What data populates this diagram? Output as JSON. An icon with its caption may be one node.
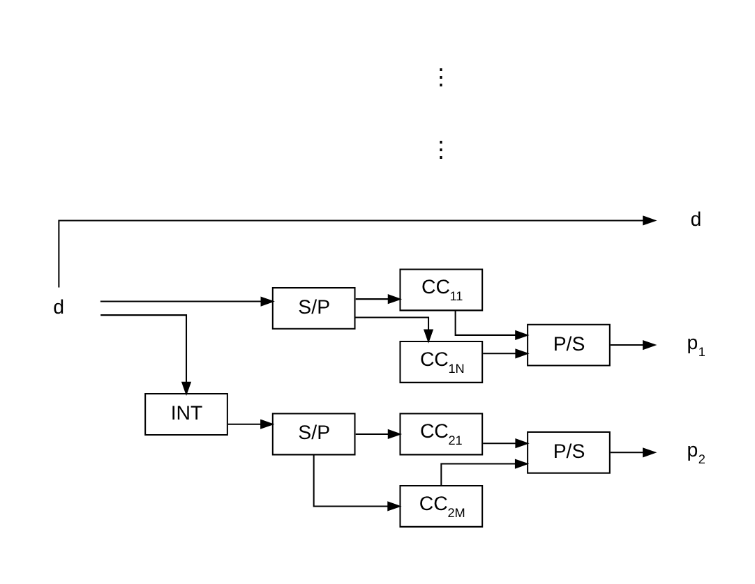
{
  "diagram": {
    "nodes": [
      {
        "text": [
          "d"
        ]
      },
      {
        "text": [
          "d"
        ]
      },
      {
        "text": [
          "S/P"
        ]
      },
      {
        "text": [
          "CC$_{11}$"
        ]
      },
      {
        "text": [
          "CC$_{1N}$"
        ]
      },
      {
        "text": [
          "P/S"
        ]
      },
      {
        "text": [
          "p$_{1}$"
        ]
      },
      {
        "text": [
          "INT"
        ]
      },
      {
        "text": [
          "S/P"
        ]
      },
      {
        "text": [
          "CC$_{21}$"
        ]
      },
      {
        "text": [
          "CC$_{2M}$"
        ]
      },
      {
        "text": [
          "P/S"
        ]
      },
      {
        "text": [
          "p$_{2}$"
        ]
      }
    ],
    "edges": [
      {
        "from": 0,
        "to": 1,
        "arrow": "to"
      },
      {
        "from": 0,
        "to": 2,
        "arrow": "to"
      },
      {
        "from": 0,
        "to": 7,
        "arrow": "to"
      },
      {
        "from": 2,
        "to": 3,
        "arrow": "to"
      },
      {
        "from": 2,
        "to": 4,
        "arrow": "to"
      },
      {
        "from": 3,
        "to": 5,
        "arrow": "to"
      },
      {
        "from": 4,
        "to": 5,
        "arrow": "to"
      },
      {
        "from": 5,
        "to": 6,
        "arrow": "to"
      },
      {
        "from": 7,
        "to": 8,
        "arrow": "to"
      },
      {
        "from": 8,
        "to": 9,
        "arrow": "to"
      },
      {
        "from": 8,
        "to": 10,
        "arrow": "to"
      },
      {
        "from": 9,
        "to": 11,
        "arrow": "to"
      },
      {
        "from": 10,
        "to": 11,
        "arrow": "to"
      },
      {
        "from": 11,
        "to": 12,
        "arrow": "to"
      }
    ],
    "labels": [
      "⋮",
      "⋮"
    ]
  }
}
